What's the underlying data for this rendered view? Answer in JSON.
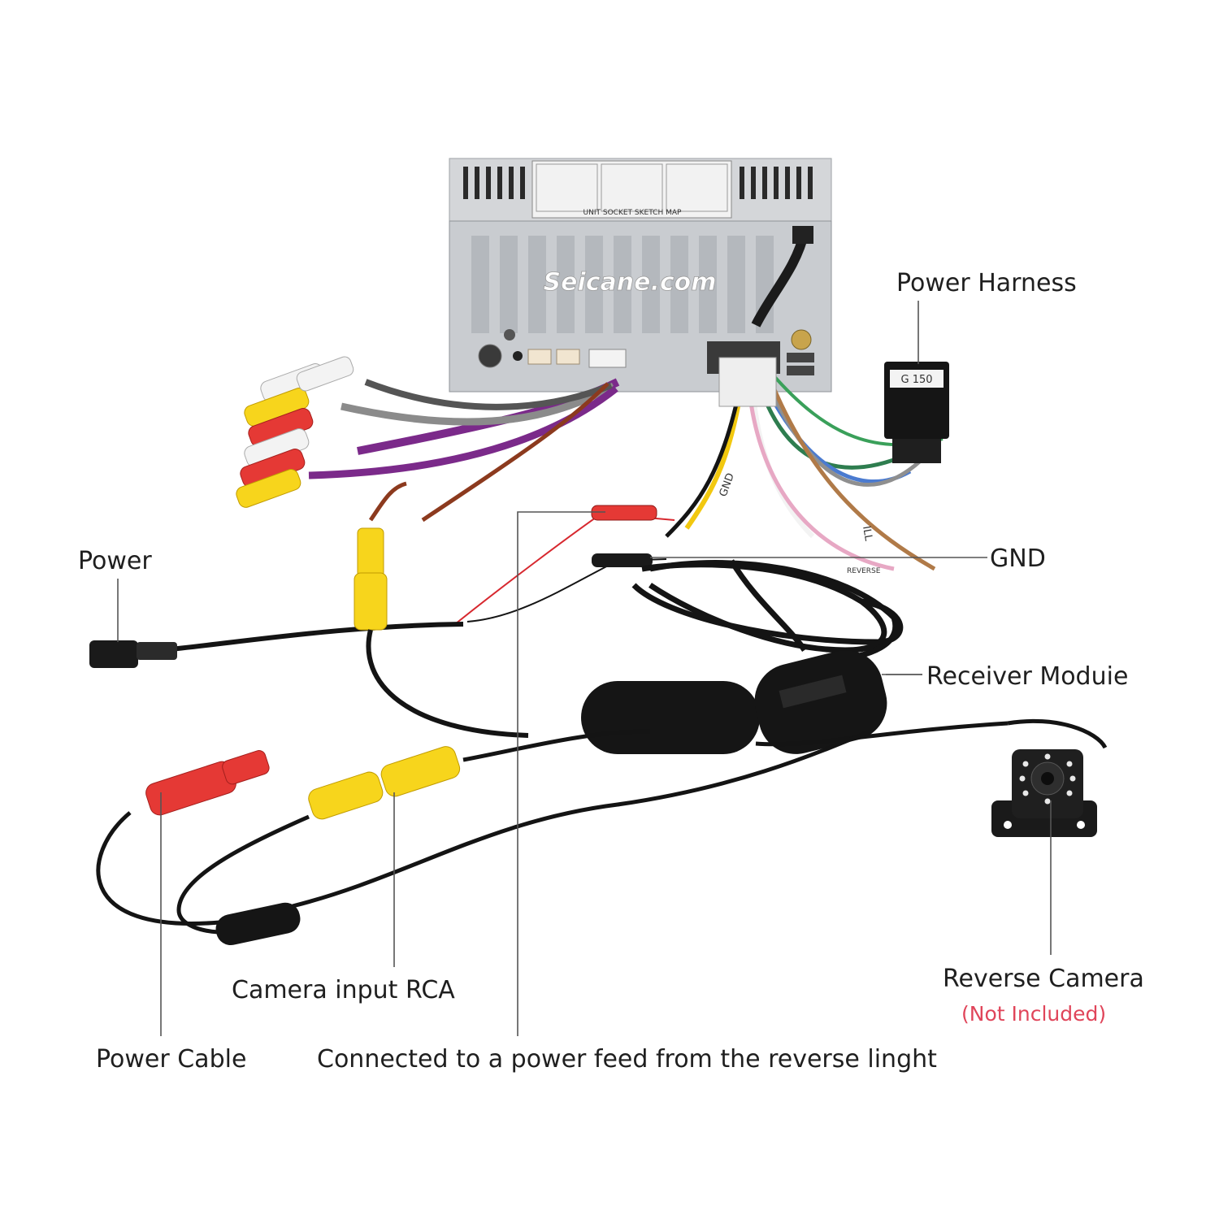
{
  "watermark": "Seicane.com",
  "unit_sticker": {
    "title": "UNIT SOCKET SKETCH MAP",
    "connector_tag": "G 150"
  },
  "wire_tags": {
    "gnd": "GND",
    "ill": "ILL",
    "reverse": "REVERSE"
  },
  "labels": {
    "power_harness": "Power Harness",
    "power": "Power",
    "gnd": "GND",
    "receiver_module": "Receiver Moduie",
    "camera_input_rca": "Camera input RCA",
    "reverse_camera": "Reverse Camera",
    "not_included": "(Not Included)",
    "power_cable": "Power Cable",
    "reverse_light_feed": "Connected to a power feed from the reverse linght"
  },
  "colors": {
    "wire_red": "#d7282f",
    "wire_yellow": "#f2c80f",
    "wire_black": "#141414",
    "connector_red": "#e53935",
    "connector_yellow": "#f7d51c",
    "note_red": "#e0455a"
  }
}
